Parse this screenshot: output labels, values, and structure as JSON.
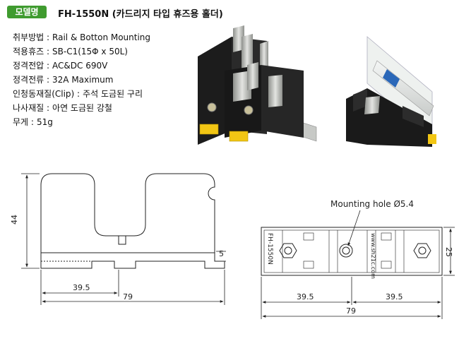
{
  "header": {
    "badge": "모델명",
    "model_title": "FH-1550N (카드리지 타입 휴즈용 홀더)"
  },
  "specs": [
    {
      "label": "취부방법",
      "value": "Rail & Botton Mounting"
    },
    {
      "label": "적용휴즈",
      "value": "SB-C1(15Φ x 50L)"
    },
    {
      "label": "정격전압",
      "value": "AC&DC 690V"
    },
    {
      "label": "정격전류",
      "value": "32A Maximum"
    },
    {
      "label": "인청동재질(Clip)",
      "value": "주석 도금된 구리"
    },
    {
      "label": "나사재질",
      "value": "아연 도금된 강철"
    },
    {
      "label": "무게",
      "value": "51g"
    }
  ],
  "side_view": {
    "height_label": "44",
    "half_width_label": "39.5",
    "total_width_label": "79",
    "step_label": "5"
  },
  "top_view": {
    "mounting_hole_label": "Mounting hole Ø5.4",
    "part_label": "FH-1550N",
    "website_label": "www.sh21c.com",
    "left_width_label": "39.5",
    "right_width_label": "39.5",
    "total_width_label": "79",
    "height_label": "25"
  },
  "colors": {
    "badge_green": "#3f9b2f",
    "holder_black": "#1c1c1c",
    "clip_metal": "#b7b9b4",
    "tab_yellow": "#f2c614"
  }
}
